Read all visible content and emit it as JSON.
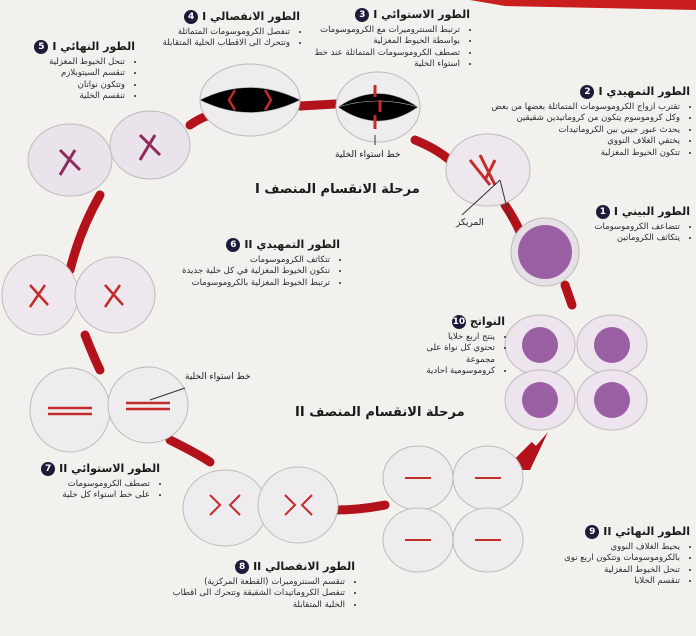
{
  "colors": {
    "arrow": "#b3121b",
    "cell_pink": "#c8a3c8",
    "nucleus": "#8e5a96",
    "chromosome": "#c42b2b",
    "badge": "#1c1c3a"
  },
  "stages": [
    {
      "num": "1",
      "title": "الطور البيني I",
      "bullets": [
        "تتضاعف الكروموسومات",
        "يتكاثف الكروماتين"
      ]
    },
    {
      "num": "2",
      "title": "الطور التمهيدي I",
      "bullets": [
        "تقترب ازواج الكروموسومات المتماثلة بعضها من بعض",
        "وكل كروموسوم يتكون من كروماتيدين شقيقين",
        "يحدث عبور جيني بين الكروماتيدات",
        "يختفي الغلاف النووي",
        "تتكون الخيوط المغزلية"
      ]
    },
    {
      "num": "3",
      "title": "الطور الاستوائي I",
      "bullets": [
        "ترتبط السنتروميرات مع الكروموسومات",
        "بواسطة الخيوط المغزلية",
        "تصطف الكروموسومات المتماثلة عند خط",
        "استواء الخلية"
      ]
    },
    {
      "num": "4",
      "title": "الطور الانفصالي I",
      "bullets": [
        "تنفصل الكروموسومات المتماثلة",
        "وتتحرك الى الاقطاب الخلية المتقابلة"
      ]
    },
    {
      "num": "5",
      "title": "الطور النهائي I",
      "bullets": [
        "تنحل الخيوط المغزلية",
        "تنقسم السيتوبلازم",
        "وتتكون نواتان",
        "تنقسم الخلية"
      ]
    },
    {
      "num": "6",
      "title": "الطور التمهيدي II",
      "bullets": [
        "تتكاثف الكروموسومات",
        "تتكون الخيوط المغزلية في كل خلية جديدة",
        "ترتبط الخيوط المغزلية بالكروموسومات"
      ]
    },
    {
      "num": "7",
      "title": "الطور الاستوائي II",
      "bullets": [
        "تصطف الكروموسومات",
        "على خط استواء كل خلية"
      ]
    },
    {
      "num": "8",
      "title": "الطور الانفصالي II",
      "bullets": [
        "تنقسم السنتروميرات (القطعة المركزية)",
        "تنفصل الكروماتيدات الشقيقة وتتحرك الى اقطاب",
        "الخلية المتقابلة"
      ]
    },
    {
      "num": "9",
      "title": "الطور النهائي II",
      "bullets": [
        "يحيط الغلاف النووي",
        "بالكروموسومات وتتكون اربع نوى",
        "تنحل الخيوط المغزلية",
        "تنقسم الخلايا"
      ]
    },
    {
      "num": "10",
      "title": "النواتج",
      "bullets": [
        "ينتج اربع خلايا",
        "تحتوي كل نواة على مجموعة",
        "كروموسومية احادية"
      ]
    }
  ],
  "phase_titles": {
    "meiosis1": "مرحلة الانقسام المنصف I",
    "meiosis2": "مرحلة الانقسام المنصف II"
  },
  "labels": {
    "equator_1": "خط استواء الخلية",
    "equator_2": "خط استواء الخلية",
    "centriole": "المريكز"
  }
}
